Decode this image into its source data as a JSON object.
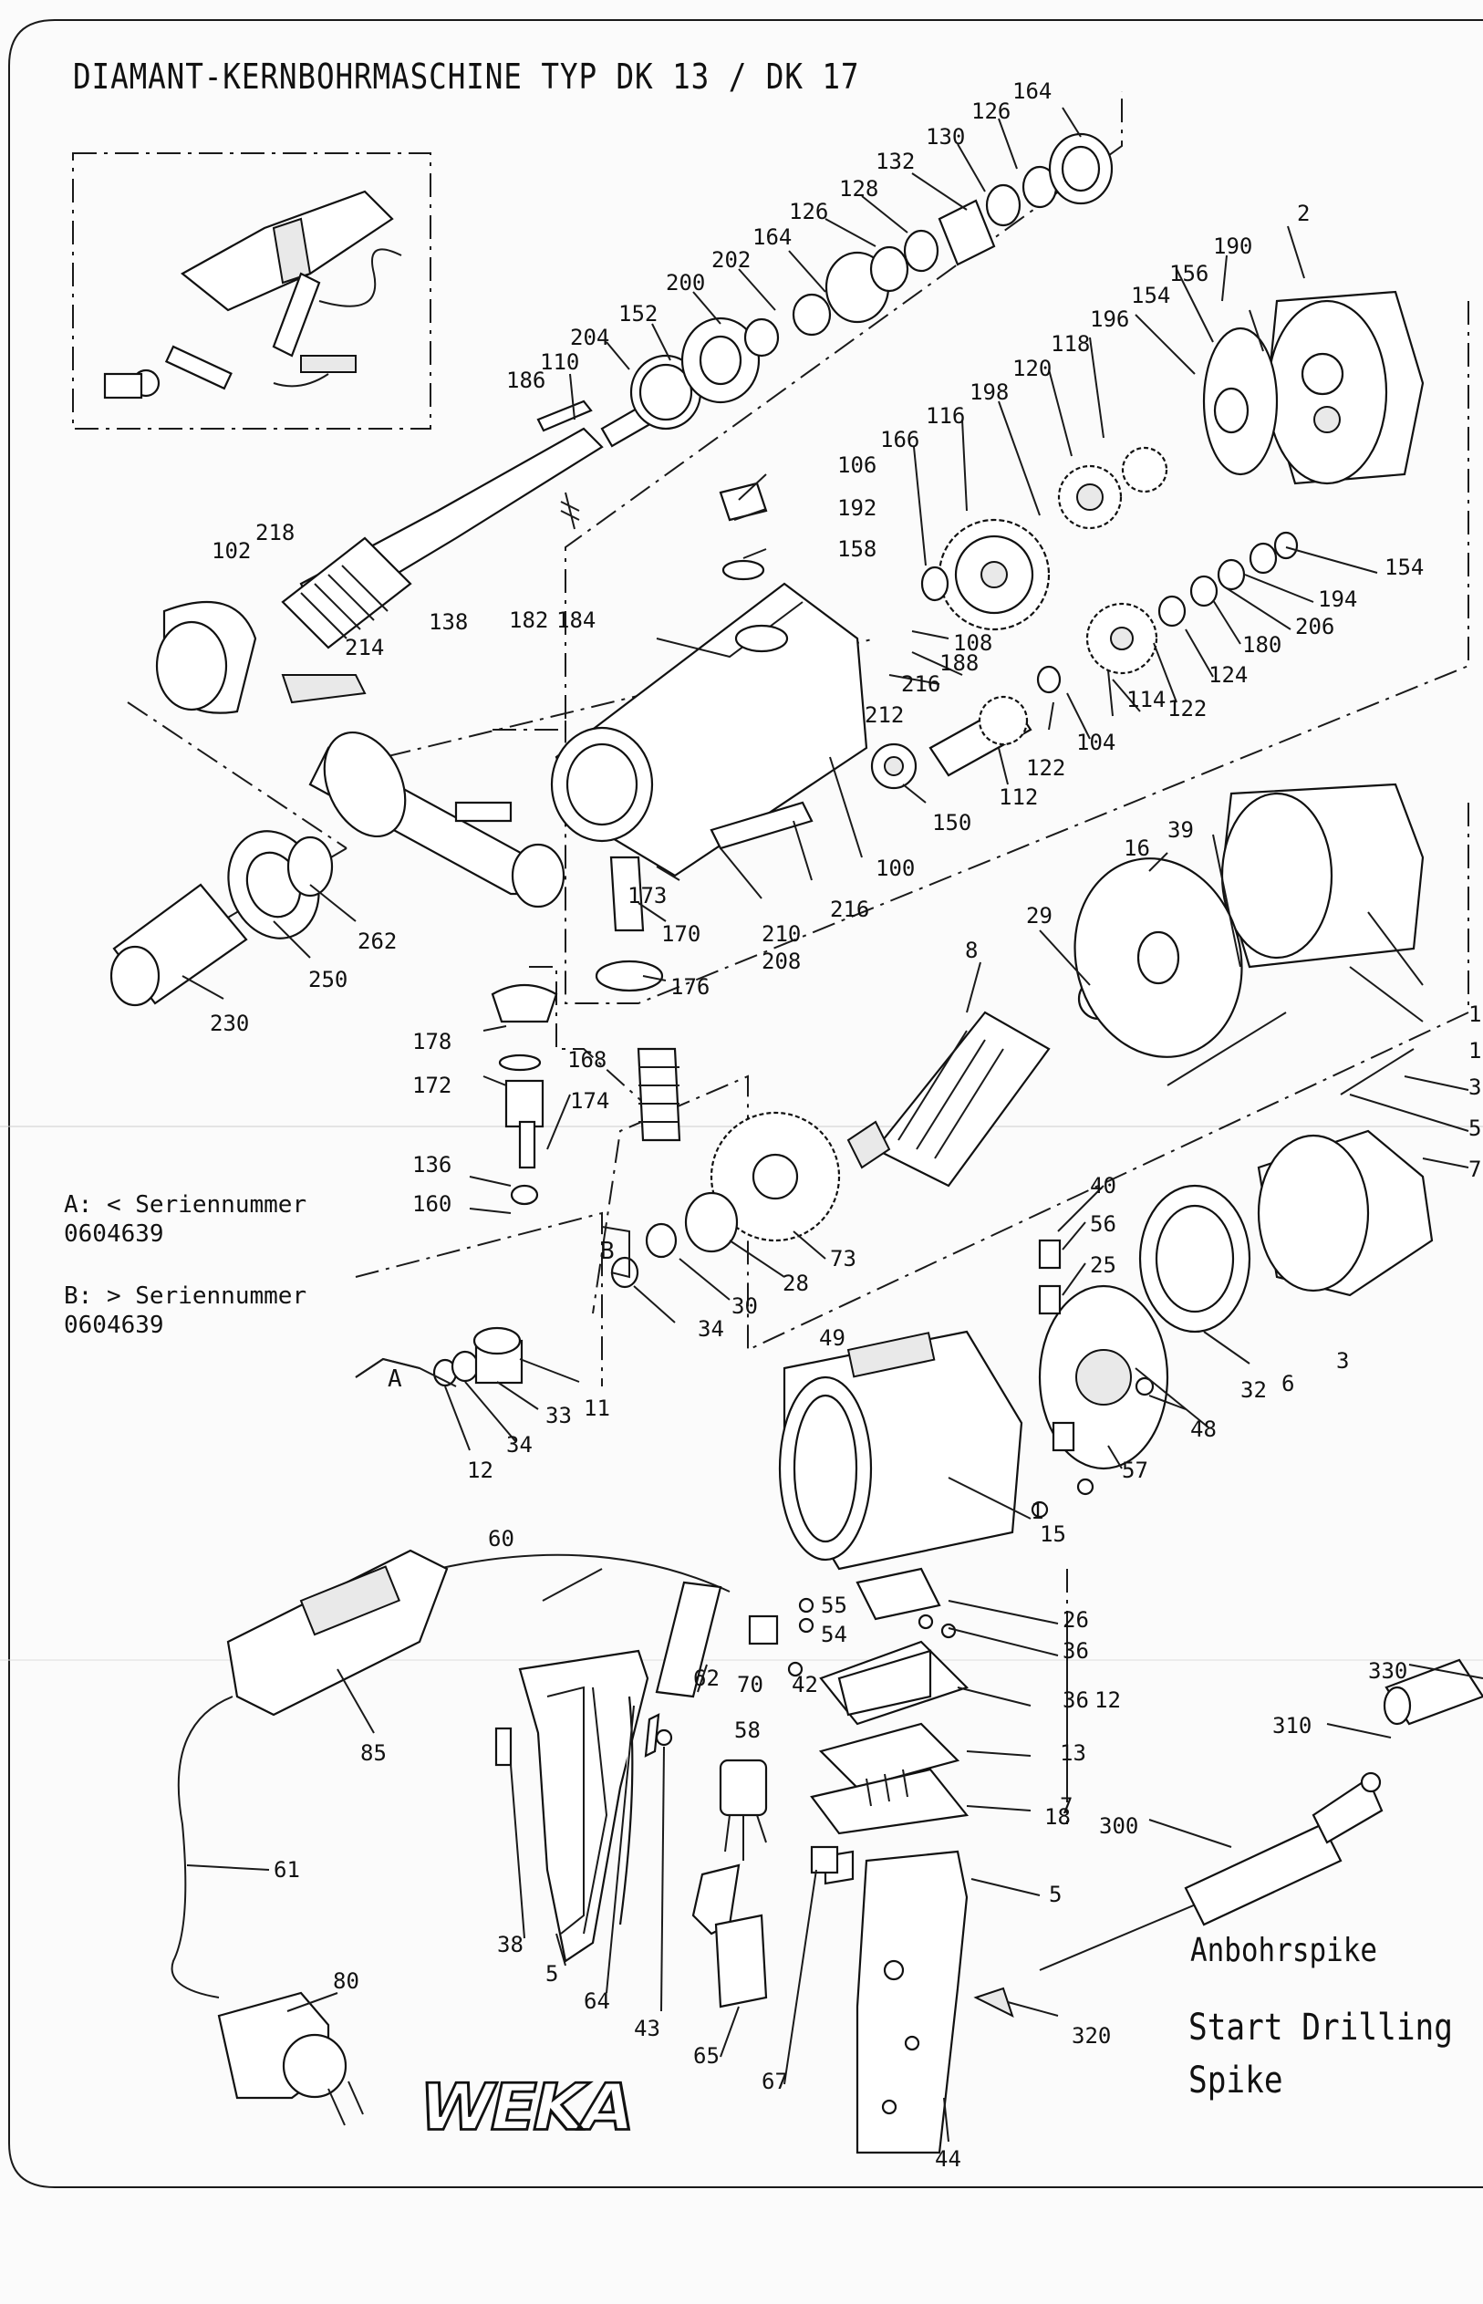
{
  "title": "DIAMANT-KERNBOHRMASCHINE TYP DK 13 / DK 17",
  "notes": [
    {
      "id": "A",
      "text": "A: < Seriennummer\n0604639"
    },
    {
      "id": "B",
      "text": "B: > Seriennummer\n0604639"
    }
  ],
  "spike_label": {
    "de": "Anbohrspike",
    "en_line1": "Start Drilling",
    "en_line2": "Spike"
  },
  "logo": "WEKA",
  "section_tags": [
    "A",
    "B"
  ],
  "callouts": [
    "164",
    "126",
    "130",
    "132",
    "128",
    "126",
    "164",
    "202",
    "200",
    "152",
    "204",
    "110",
    "186",
    "190",
    "2",
    "156",
    "154",
    "196",
    "118",
    "120",
    "198",
    "116",
    "166",
    "106",
    "192",
    "158",
    "102",
    "218",
    "214",
    "138",
    "182",
    "184",
    "154",
    "194",
    "206",
    "180",
    "124",
    "122",
    "108",
    "216",
    "188",
    "212",
    "104",
    "114",
    "122",
    "112",
    "150",
    "173",
    "170",
    "176",
    "210",
    "208",
    "216",
    "100",
    "262",
    "250",
    "230",
    "16",
    "39",
    "29",
    "8",
    "1",
    "1",
    "3",
    "5",
    "7",
    "178",
    "168",
    "172",
    "174",
    "136",
    "160",
    "40",
    "56",
    "25",
    "73",
    "28",
    "30",
    "34",
    "49",
    "32",
    "6",
    "3",
    "48",
    "57",
    "15",
    "11",
    "33",
    "34",
    "12",
    "1",
    "55",
    "54",
    "26",
    "60",
    "62",
    "70",
    "42",
    "36",
    "36",
    "12",
    "13",
    "7",
    "18",
    "85",
    "58",
    "38",
    "5",
    "64",
    "43",
    "65",
    "67",
    "5",
    "44",
    "61",
    "80",
    "330",
    "310",
    "300",
    "320"
  ]
}
